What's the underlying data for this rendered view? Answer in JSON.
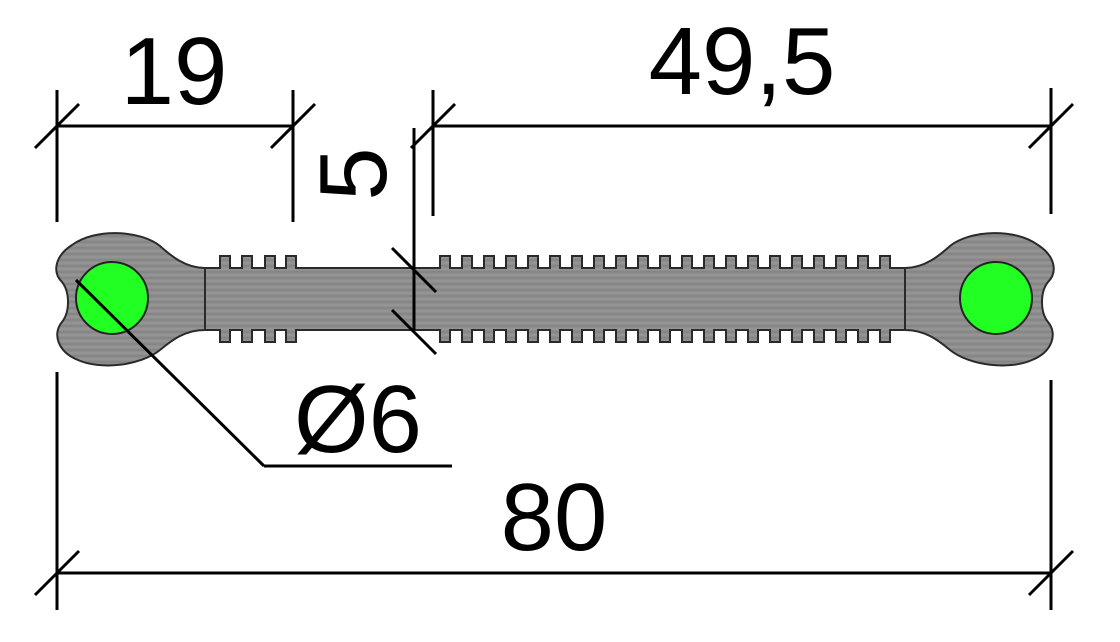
{
  "dimensions": {
    "left_lobe_width": "19",
    "right_section_width": "49,5",
    "rib_spacing": "5",
    "bulb_diameter": "Ø6",
    "total_width": "80"
  },
  "colors": {
    "profile_fill": "#8f8f8f",
    "profile_stroke": "#2a2a2a",
    "bulb_fill": "#22ff22",
    "dimension_line": "#000000",
    "background": "#ffffff"
  }
}
